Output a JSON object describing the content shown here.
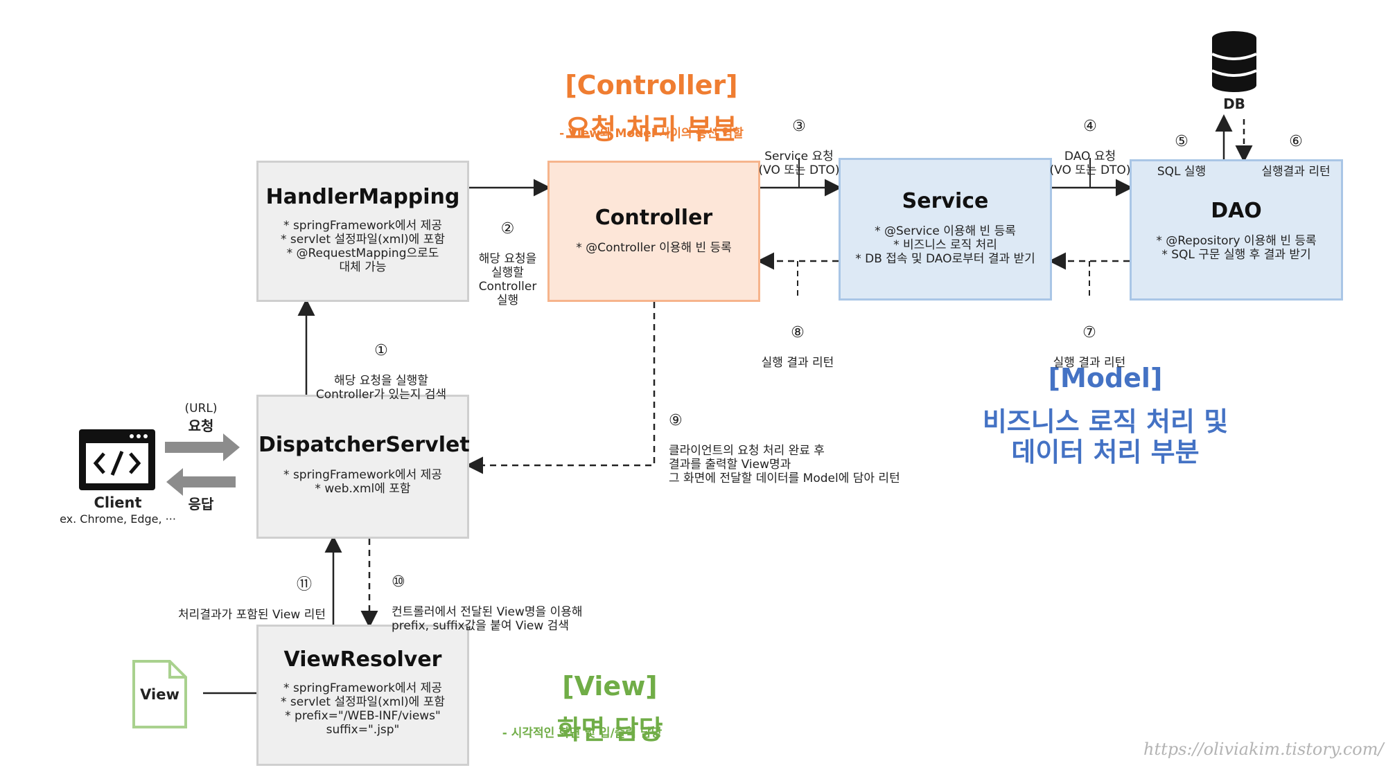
{
  "headers": {
    "controller": {
      "title": "[Controller]",
      "subtitle": "요청 처리 부분",
      "note": "- View와 Model 사이의 통신 역할"
    },
    "model": {
      "title": "[Model]",
      "subtitle": "비즈니스 로직 처리 및\n데이터 처리 부분"
    },
    "view": {
      "title": "[View]",
      "subtitle": "화면 담당",
      "note": "- 시각적인 화면 및 입/출력 담당"
    }
  },
  "boxes": {
    "handler_mapping": {
      "title": "HandlerMapping",
      "desc": "* springFramework에서 제공\n* servlet 설정파일(xml)에 포함\n* @RequestMapping으로도\n대체 가능"
    },
    "controller": {
      "title": "Controller",
      "desc": "* @Controller 이용해 빈 등록"
    },
    "service": {
      "title": "Service",
      "desc": "* @Service 이용해 빈 등록\n* 비즈니스 로직 처리\n* DB 접속 및 DAO로부터 결과 받기"
    },
    "dao": {
      "title": "DAO",
      "desc": "* @Repository 이용해 빈 등록\n* SQL 구문 실행 후 결과 받기"
    },
    "dispatcher": {
      "title": "DispatcherServlet",
      "desc": "* springFramework에서 제공\n* web.xml에 포함"
    },
    "view_resolver": {
      "title": "ViewResolver",
      "desc": "* springFramework에서 제공\n* servlet 설정파일(xml)에 포함\n* prefix=\"/WEB-INF/views\"\nsuffix=\".jsp\""
    }
  },
  "steps": {
    "s1": {
      "num": "①",
      "text": "해당 요청을 실행할\nController가 있는지 검색"
    },
    "s2": {
      "num": "②",
      "text": "해당 요청을\n실행할\nController\n실행"
    },
    "s3": {
      "num": "③",
      "text": "Service 요청\n(VO 또는 DTO)"
    },
    "s4": {
      "num": "④",
      "text": "DAO 요청\n(VO 또는 DTO)"
    },
    "s5": {
      "num": "⑤",
      "text": "SQL 실행"
    },
    "s6": {
      "num": "⑥",
      "text": "실행결과 리턴"
    },
    "s7": {
      "num": "⑦",
      "text": "실행 결과 리턴"
    },
    "s8": {
      "num": "⑧",
      "text": "실행 결과 리턴"
    },
    "s9": {
      "num": "⑨",
      "text": "클라이언트의 요청 처리 완료 후\n결과를 출력할 View명과\n그 화면에 전달할 데이터를 Model에 담아 리턴"
    },
    "s10": {
      "num": "⑩",
      "text": "컨트롤러에서 전달된 View명을 이용해\nprefix, suffix값을 붙여 View 검색"
    },
    "s11": {
      "num": "⑪",
      "text": "처리결과가 포함된 View 리턴"
    }
  },
  "client": {
    "url_label": "(URL)",
    "request_label": "요청",
    "response_label": "응답",
    "name": "Client",
    "examples": "ex. Chrome, Edge, ···",
    "icon": "code-window-icon"
  },
  "db": {
    "label": "DB",
    "icon": "database-icon"
  },
  "view_file": {
    "label": "View",
    "icon": "document-icon"
  },
  "watermark": "https://oliviakim.tistory.com/",
  "colors": {
    "controller": "#ef7d31",
    "model": "#4472c4",
    "view": "#70ad47",
    "gray_box": "#efefef"
  }
}
